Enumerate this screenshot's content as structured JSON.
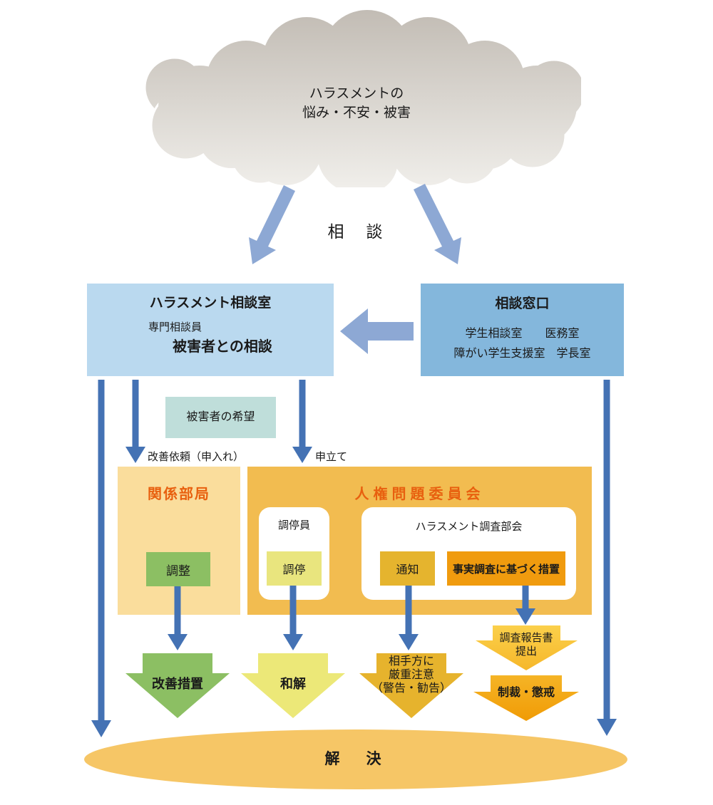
{
  "colors": {
    "arrow_light_blue": "#8da8d4",
    "arrow_blue": "#4472b4",
    "room_box_bg": "#bad9ef",
    "desk_box_bg": "#84b7dc",
    "wish_box_bg": "#bfdeda",
    "dept_box_bg": "#fadd9c",
    "committee_box_bg": "#f2bc50",
    "section_title_orange": "#e8600f",
    "chip_green": "#8cbf63",
    "chip_yellow": "#e9e57e",
    "chip_gold": "#e5b42e",
    "chip_orange": "#f09b0e",
    "fat_arrow_green": "#8cbf63",
    "fat_arrow_yellow": "#ece878",
    "fat_arrow_amber": "#e6b32d",
    "gold_gradient_top": "#fbd04b",
    "gold_gradient_bottom": "#f09b05",
    "ellipse_bg": "#f6c666",
    "cloud_gradient_top": "#c1bbb3",
    "cloud_gradient_bottom": "#f0eeea",
    "text_dark": "#1a1a1a"
  },
  "cloud": {
    "line1": "ハラスメントの",
    "line2": "悩み・不安・被害"
  },
  "labels": {
    "consult": "相　談",
    "request": "改善依頼（申入れ）",
    "claim": "申立て",
    "resolution": "解　決"
  },
  "room_box": {
    "title": "ハラスメント相談室",
    "subtitle": "専門相談員",
    "body": "被害者との相談"
  },
  "desk_box": {
    "title": "相談窓口",
    "line1": "学生相談室　　医務室",
    "line2": "障がい学生支援室　学長室"
  },
  "wish_box": {
    "label": "被害者の希望"
  },
  "dept_box": {
    "title": "関係部局",
    "chip": "調整"
  },
  "committee_box": {
    "title": "人権問題委員会",
    "mediator": {
      "title": "調停員",
      "chip": "調停"
    },
    "investigation": {
      "title": "ハラスメント調査部会",
      "notice_chip": "通知",
      "measure_chip": "事実調査に基づく措置"
    }
  },
  "outcomes": {
    "improvement": "改善措置",
    "settlement": "和解",
    "warning": {
      "line1": "相手方に",
      "line2": "厳重注意",
      "line3": "（警告・勧告）"
    },
    "report": {
      "line1": "調査報告書",
      "line2": "提出"
    },
    "sanction": "制裁・懲戒"
  }
}
